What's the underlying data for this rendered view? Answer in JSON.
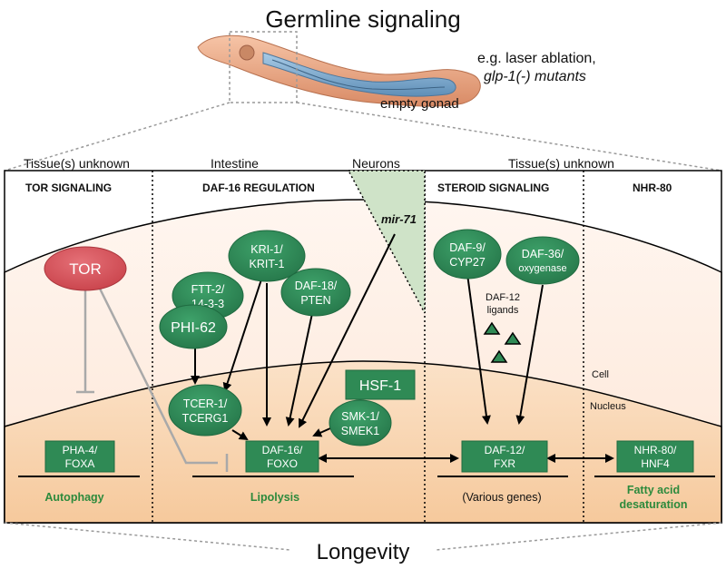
{
  "title": "Germline signaling",
  "worm": {
    "intervention_line1": "e.g. laser ablation,",
    "intervention_line2": "glp-1(-) mutants",
    "gonad_label": "empty gonad"
  },
  "tissues": {
    "tor": "Tissue(s) unknown",
    "intestine": "Intestine",
    "neurons": "Neurons",
    "steroid": "Tissue(s) unknown"
  },
  "sections": {
    "tor": "TOR SIGNALING",
    "daf16": "DAF-16 REGULATION",
    "steroid": "STEROID SIGNALING",
    "nhr80": "NHR-80"
  },
  "nodes": {
    "tor": "TOR",
    "kri1_l1": "KRI-1/",
    "kri1_l2": "KRIT-1",
    "ftt2_l1": "FTT-2/",
    "ftt2_l2": "14-3-3",
    "phi62": "PHI-62",
    "daf18_l1": "DAF-18/",
    "daf18_l2": "PTEN",
    "mir71": "mir-71",
    "daf9_l1": "DAF-9/",
    "daf9_l2": "CYP27",
    "daf36_l1": "DAF-36/",
    "daf36_l2": "oxygenase",
    "daf12_ligands_l1": "DAF-12",
    "daf12_ligands_l2": "ligands",
    "tcer1_l1": "TCER-1/",
    "tcer1_l2": "TCERG1",
    "hsf1": "HSF-1",
    "smk1_l1": "SMK-1/",
    "smk1_l2": "SMEK1",
    "pha4_l1": "PHA-4/",
    "pha4_l2": "FOXA",
    "daf16_l1": "DAF-16/",
    "daf16_l2": "FOXO",
    "daf12_l1": "DAF-12/",
    "daf12_l2": "FXR",
    "nhr80_l1": "NHR-80/",
    "nhr80_l2": "HNF4"
  },
  "compartments": {
    "cell": "Cell",
    "nucleus": "Nucleus"
  },
  "outputs": {
    "autophagy": "Autophagy",
    "lipolysis": "Lipolysis",
    "various_genes": "(Various genes)",
    "fatty_acid_l1": "Fatty acid",
    "fatty_acid_l2": "desaturation"
  },
  "footer": "Longevity",
  "colors": {
    "node_green": "#2f8a55",
    "node_text": "#ffffff",
    "tor_red": "#d9535a",
    "output_green": "#2c8a3c",
    "cell_fill": "#fdebe0",
    "nucleus_fill": "#f9d4b0",
    "neuron_wedge": "#cfe3c8",
    "inhibition_gray": "#a9a9a9"
  },
  "icons": [
    "worm-illustration",
    "triangle-ligand-icon"
  ]
}
